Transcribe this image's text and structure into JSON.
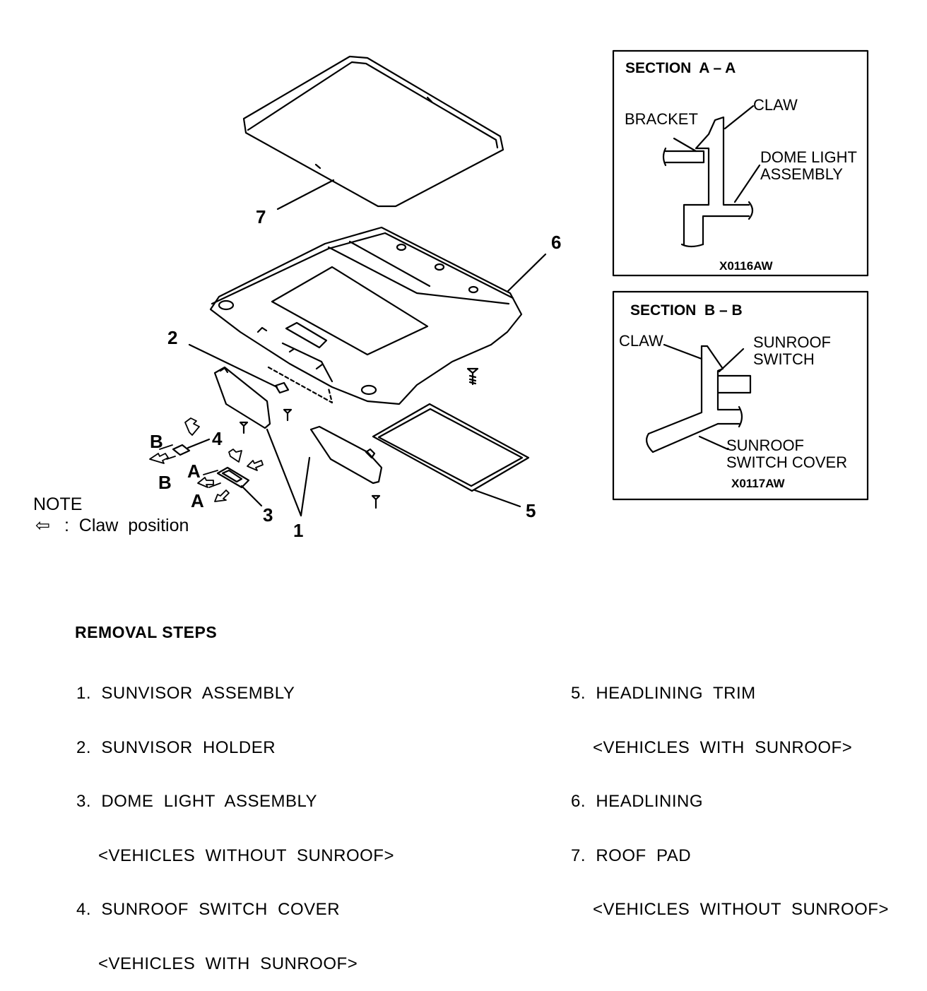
{
  "callouts": {
    "c1": "1",
    "c2": "2",
    "c3": "3",
    "c4": "4",
    "c5": "5",
    "c6": "6",
    "c7": "7"
  },
  "markers": {
    "a_upper": "A",
    "a_lower": "A",
    "b_upper": "B",
    "b_lower": "B"
  },
  "note": {
    "title": "NOTE",
    "arrow_symbol": "⇦",
    "text": " :  Claw  position"
  },
  "section_a": {
    "title": "SECTION  A – A",
    "claw": "CLAW",
    "bracket": "BRACKET",
    "dome_light_line1": "DOME LIGHT",
    "dome_light_line2": "ASSEMBLY",
    "code": "X0116AW"
  },
  "section_b": {
    "title": "SECTION  B – B",
    "claw": "CLAW",
    "switch_line1": "SUNROOF",
    "switch_line2": "SWITCH",
    "cover_line1": "SUNROOF",
    "cover_line2": "SWITCH COVER",
    "code": "X0117AW"
  },
  "removal_steps": {
    "title": "REMOVAL  STEPS",
    "left": [
      "1.  SUNVISOR  ASSEMBLY",
      "2.  SUNVISOR  HOLDER",
      "3.  DOME  LIGHT  ASSEMBLY",
      "<VEHICLES  WITHOUT  SUNROOF>",
      "4.  SUNROOF  SWITCH  COVER",
      "<VEHICLES  WITH  SUNROOF>"
    ],
    "right": [
      "5.  HEADLINING  TRIM",
      "<VEHICLES  WITH  SUNROOF>",
      "6.  HEADLINING",
      "7.  ROOF  PAD",
      "<VEHICLES  WITHOUT  SUNROOF>"
    ]
  }
}
